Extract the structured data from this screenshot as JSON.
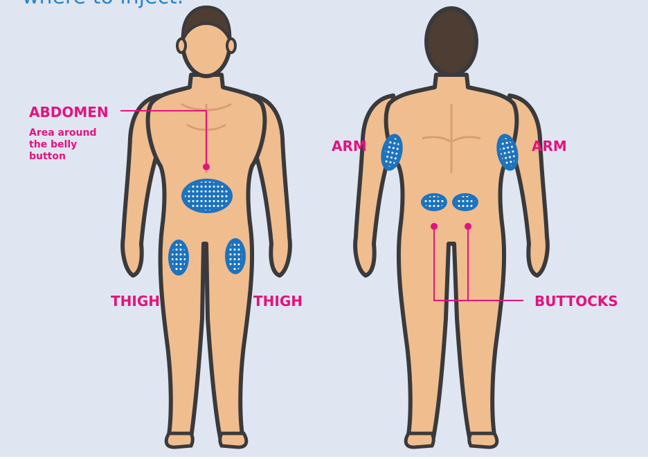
{
  "heading": "where to inject.",
  "colors": {
    "background": "#dfe6f2",
    "skin": "#f0bd8e",
    "outline": "#3a3a3c",
    "hair": "#4d3d33",
    "site": "#1d73bd",
    "accent": "#e5127d",
    "heading": "#2a83c9"
  },
  "front": {
    "abdomen": {
      "title": "ABDOMEN",
      "desc": "Area around the belly button"
    },
    "thigh_left": "THIGH",
    "thigh_right": "THIGH"
  },
  "back": {
    "arm_left": "ARM",
    "arm_right": "ARM",
    "buttocks": "BUTTOCKS"
  }
}
